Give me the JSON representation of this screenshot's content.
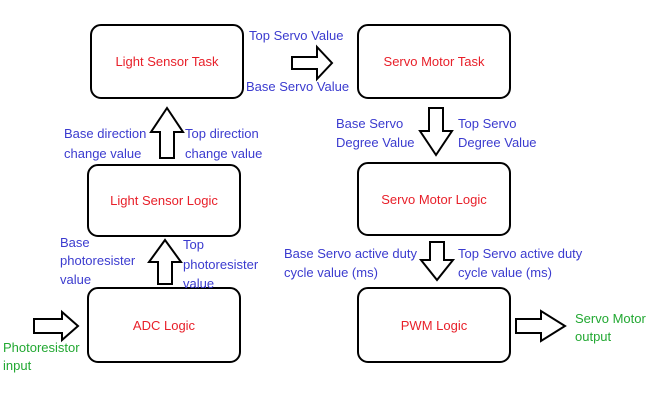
{
  "colors": {
    "block_text": "#e8202a",
    "label_text": "#3b3bcf",
    "io_text": "#22a832",
    "border": "#000000"
  },
  "blocks": {
    "light_sensor_task": "Light Sensor Task",
    "servo_motor_task": "Servo Motor Task",
    "light_sensor_logic": "Light Sensor Logic",
    "servo_motor_logic": "Servo Motor Logic",
    "adc_logic": "ADC Logic",
    "pwm_logic": "PWM Logic"
  },
  "labels": {
    "top_servo_value": "Top Servo Value",
    "base_servo_value": "Base Servo Value",
    "base_direction_1": "Base direction",
    "base_direction_2": "change value",
    "top_direction_1": "Top direction",
    "top_direction_2": "change value",
    "base_servo_degree_1": "Base Servo",
    "base_servo_degree_2": "Degree Value",
    "top_servo_degree_1": "Top Servo",
    "top_servo_degree_2": "Degree Value",
    "base_photo_1": "Base",
    "base_photo_2": "photoresister",
    "base_photo_3": "value",
    "top_photo_1": "Top",
    "top_photo_2": "photoresister",
    "top_photo_3": "value",
    "base_duty_1": "Base Servo active duty",
    "base_duty_2": "cycle value (ms)",
    "top_duty_1": "Top Servo active duty",
    "top_duty_2": "cycle value (ms)"
  },
  "io": {
    "photoresistor_1": "Photoresistor",
    "photoresistor_2": "input",
    "servo_output_1": "Servo Motor",
    "servo_output_2": "output"
  }
}
